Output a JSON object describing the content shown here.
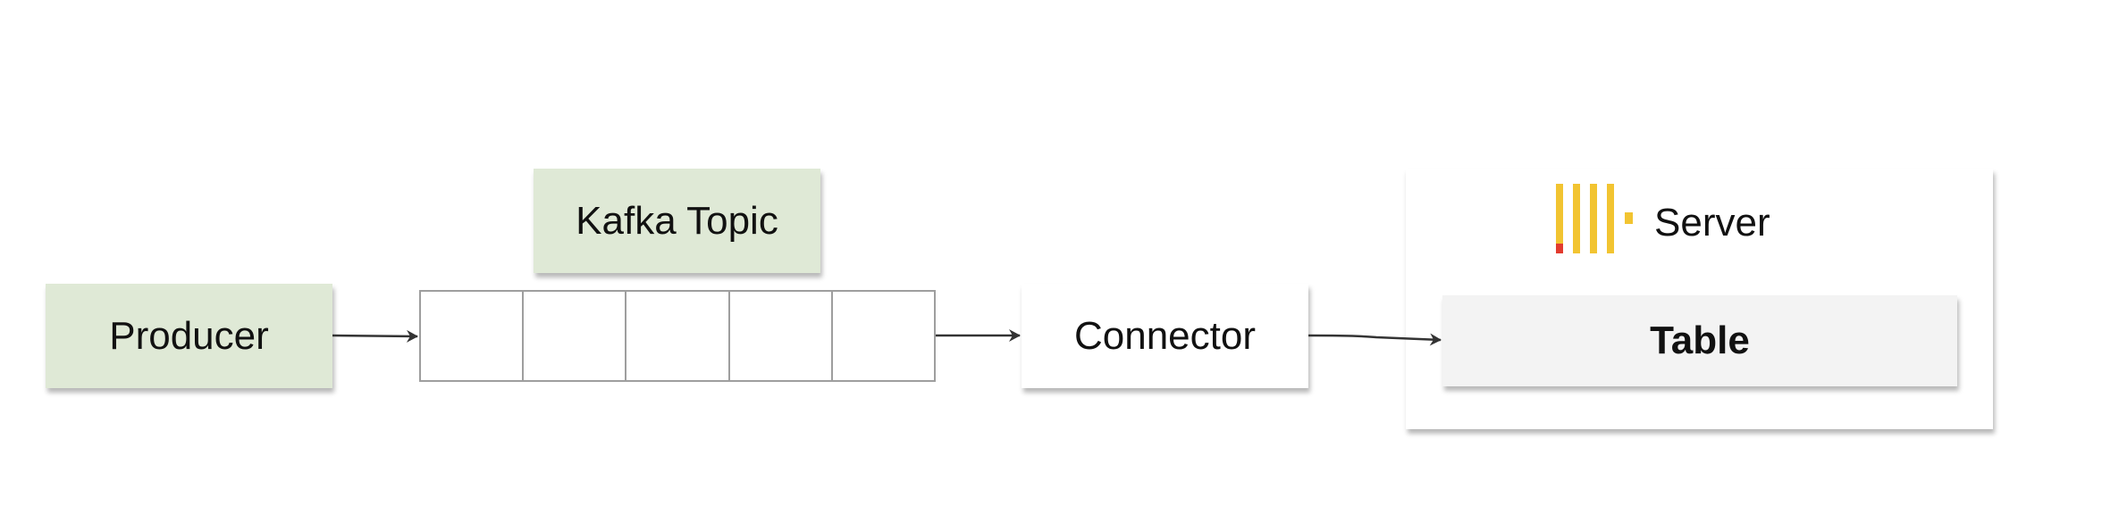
{
  "diagram": {
    "producer_label": "Producer",
    "topic_label": "Kafka Topic",
    "connector_label": "Connector",
    "server_label": "Server",
    "table_label": "Table",
    "queue_cells": 5,
    "colors": {
      "producer_fill": "#dfe9d6",
      "topic_fill": "#dfe9d6",
      "connector_fill": "#ffffff",
      "table_fill": "#f3f3f3",
      "logo_yellow": "#f2c431",
      "logo_red": "#e23b2e",
      "arrow": "#333333"
    },
    "icons": [
      "clickhouse-logo-icon"
    ]
  }
}
